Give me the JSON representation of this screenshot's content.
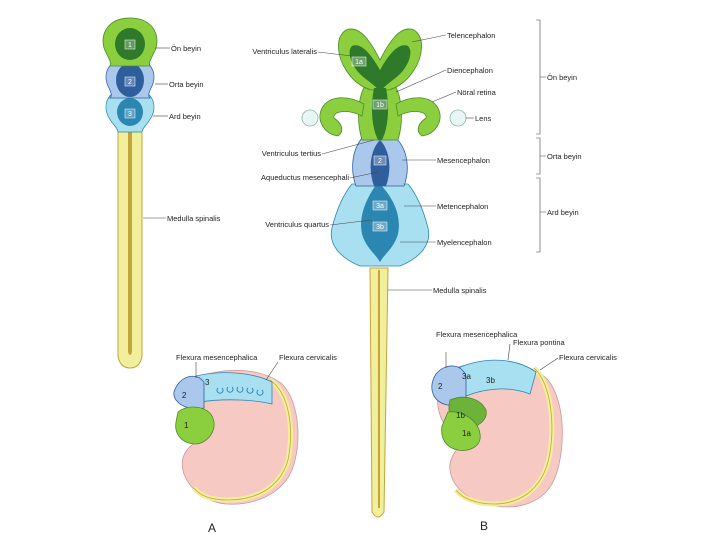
{
  "colors": {
    "forebrain": "#8ccf3e",
    "forebrain_dark": "#2f7a2a",
    "midbrain": "#a9c8ec",
    "midbrain_dark": "#2f5e9c",
    "hindbrain": "#a8e0f2",
    "hindbrain_dark": "#2b86b2",
    "cord": "#f1ee9c",
    "cord_dark": "#c5a53a",
    "embryo": "#f6c9c2",
    "embryo_edge": "#c99aa0"
  },
  "figure_a": {
    "letter": "A",
    "numbers": [
      "1",
      "2",
      "3"
    ],
    "labels": {
      "on_beyin": "Ön beyin",
      "orta_beyin": "Orta beyin",
      "ard_beyin": "Ard beyin",
      "medulla_spinalis": "Medulla spinalis"
    },
    "side_numbers": [
      "1",
      "2",
      "3"
    ],
    "side_labels": {
      "flexura_mesencephalica": "Flexura mesencephalica",
      "flexura_cervicalis": "Flexura cervicalis"
    }
  },
  "figure_b": {
    "letter": "B",
    "numbers": [
      "1a",
      "1b",
      "2",
      "3a",
      "3b"
    ],
    "labels": {
      "ventriculus_lateralis": "Ventriculus lateralis",
      "ventriculus_tertius": "Ventriculus tertius",
      "aqueductus": "Aqueductus mesencephali",
      "ventriculus_quartus": "Ventriculus quartus",
      "telencephalon": "Telencephalon",
      "diencephalon": "Diencephalon",
      "noral_retina": "Nöral retina",
      "lens": "Lens",
      "mesencephalon": "Mesencephalon",
      "metencephalon": "Metencephalon",
      "myelencephalon": "Myelencephalon",
      "medulla_spinalis": "Medulla spinalis"
    },
    "brackets": {
      "on_beyin": "Ön beyin",
      "orta_beyin": "Orta beyin",
      "ard_beyin": "Ard beyin"
    },
    "side_numbers": [
      "2",
      "3a",
      "3b",
      "1b",
      "1a"
    ],
    "side_labels": {
      "flexura_mesencephalica": "Flexura mesencephalica",
      "flexura_pontina": "Flexura pontina",
      "flexura_cervicalis": "Flexura cervicalis"
    }
  }
}
